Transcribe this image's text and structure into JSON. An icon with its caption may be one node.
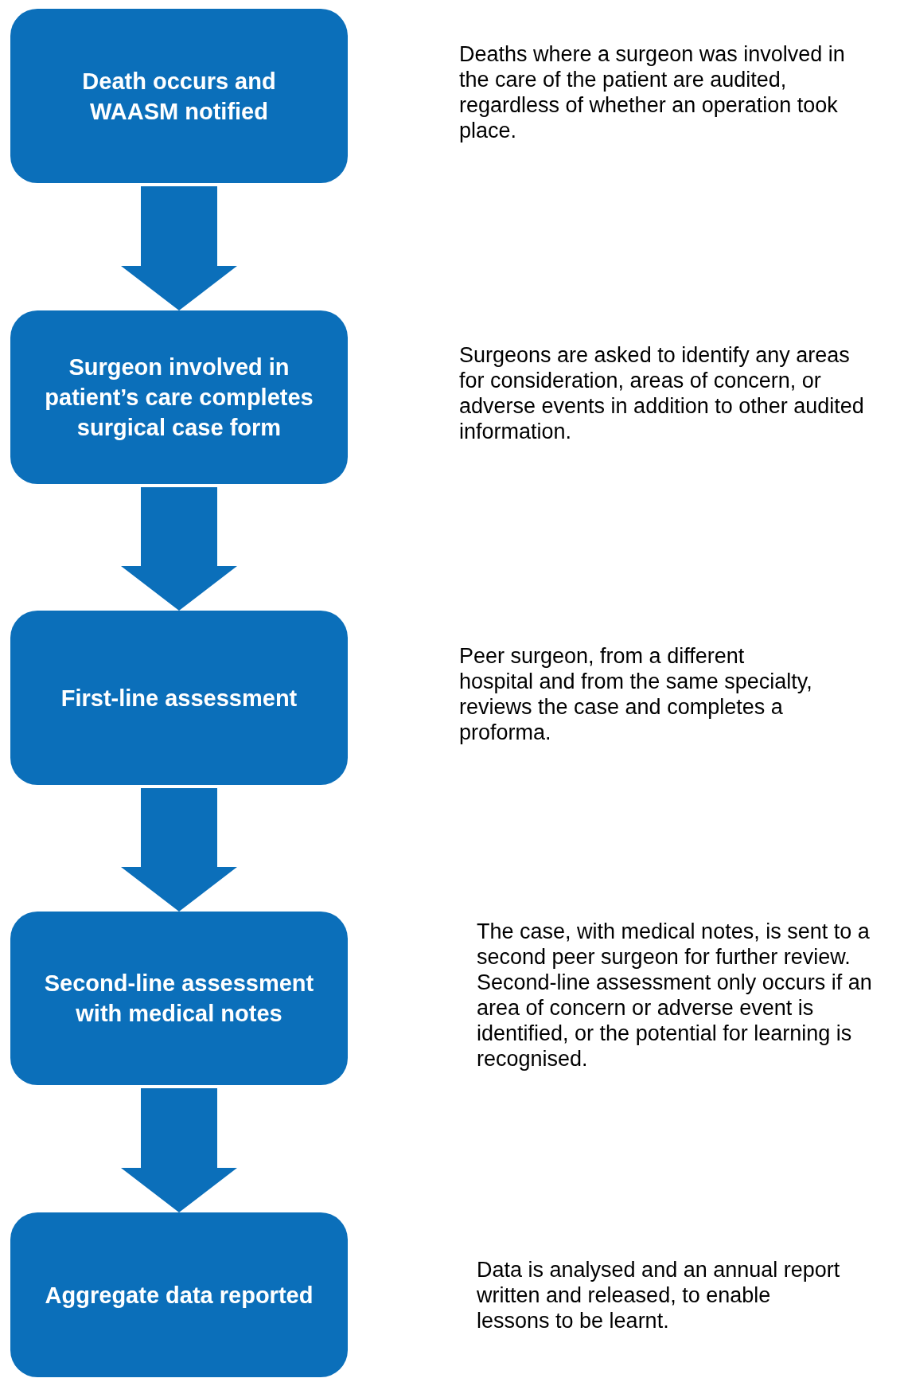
{
  "diagram": {
    "nodes": [
      {
        "text": [
          "Death occurs and WAASM notified"
        ]
      },
      {
        "text": [
          "Surgeon involved in patient’s care completes surgical case form"
        ]
      },
      {
        "text": [
          "First-line assessment"
        ]
      },
      {
        "text": [
          "Second-line assessment with medical notes"
        ]
      },
      {
        "text": [
          "Aggregate data reported"
        ]
      }
    ],
    "edges": [
      {
        "from": 0,
        "to": 1,
        "arrow": "to"
      },
      {
        "from": 1,
        "to": 2,
        "arrow": "to"
      },
      {
        "from": 2,
        "to": 3,
        "arrow": "to"
      },
      {
        "from": 3,
        "to": 4,
        "arrow": "to"
      }
    ],
    "labels": [
      "Deaths where a surgeon was involved in the care of the patient are audited, regardless of whether an operation took place.",
      "Surgeons are asked to identify any areas for consideration, areas of concern, or adverse events in addition to other audited information.",
      "Peer surgeon, from a different hospital and from the same specialty, reviews the case and completes a proforma.",
      "The case, with medical notes, is sent to a second peer surgeon for further review. Second-line assessment only occurs if an area of concern or adverse event is identified, or the potential for learning is recognised.",
      "Data is analysed and an annual report written and released, to enable lessons to be learnt."
    ]
  }
}
